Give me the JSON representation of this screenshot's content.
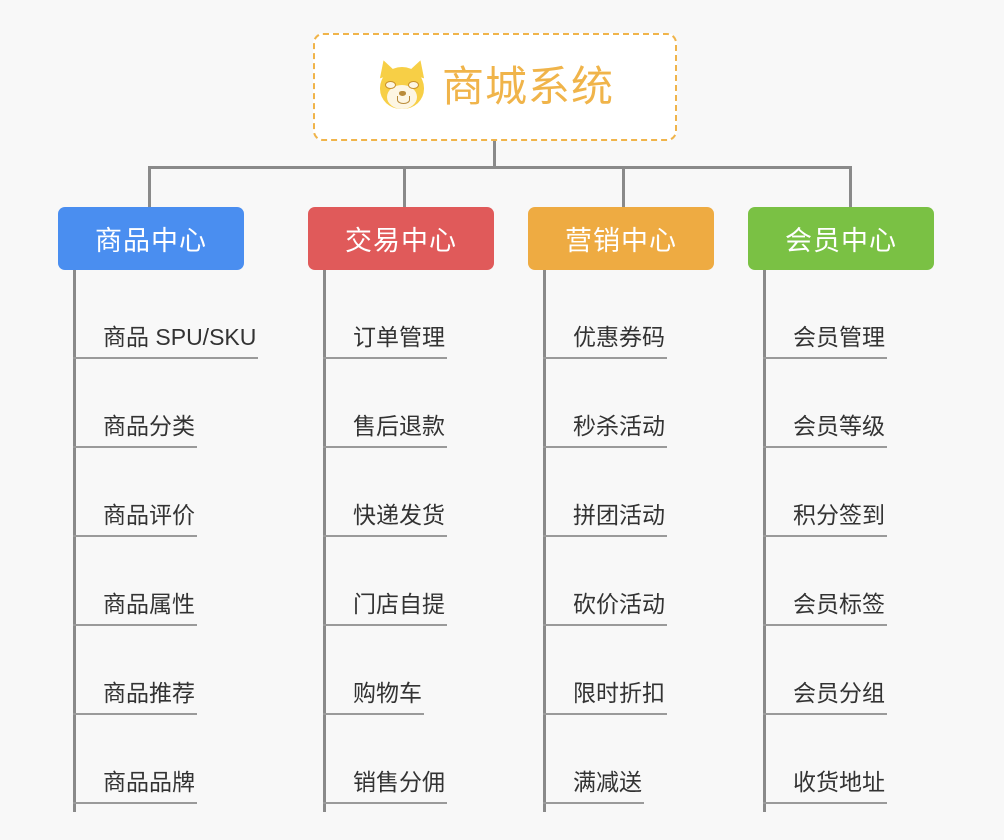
{
  "page": {
    "background_color": "#f8f8f8",
    "type": "mind-map"
  },
  "root": {
    "title": "商城系统",
    "icon": "dog-face-icon",
    "text_color": "#f0b44a",
    "border_color": "#f0b44a",
    "background_color": "#ffffff"
  },
  "connector": {
    "color": "#8a8a8a"
  },
  "branches": [
    {
      "label": "商品中心",
      "color": "#4a8ef0",
      "items": [
        "商品 SPU/SKU",
        "商品分类",
        "商品评价",
        "商品属性",
        "商品推荐",
        "商品品牌"
      ]
    },
    {
      "label": "交易中心",
      "color": "#e05a5a",
      "items": [
        "订单管理",
        "售后退款",
        "快递发货",
        "门店自提",
        "购物车",
        "销售分佣"
      ]
    },
    {
      "label": "营销中心",
      "color": "#eeab42",
      "items": [
        "优惠券码",
        "秒杀活动",
        "拼团活动",
        "砍价活动",
        "限时折扣",
        "满减送"
      ]
    },
    {
      "label": "会员中心",
      "color": "#7ac144",
      "items": [
        "会员管理",
        "会员等级",
        "积分签到",
        "会员标签",
        "会员分组",
        "收货地址"
      ]
    }
  ]
}
